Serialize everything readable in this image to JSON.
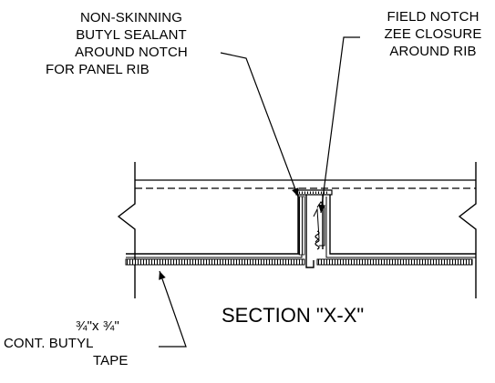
{
  "labels": {
    "sealant": [
      "NON-SKINNING",
      "BUTYL SEALANT",
      "AROUND NOTCH",
      "FOR PANEL RIB"
    ],
    "zee_closure": [
      "FIELD NOTCH",
      "ZEE CLOSURE",
      "AROUND RIB"
    ],
    "tape": [
      "¾\"x ¾\"",
      "CONT. BUTYL",
      "TAPE"
    ]
  },
  "section_title": "SECTION \"X-X\""
}
